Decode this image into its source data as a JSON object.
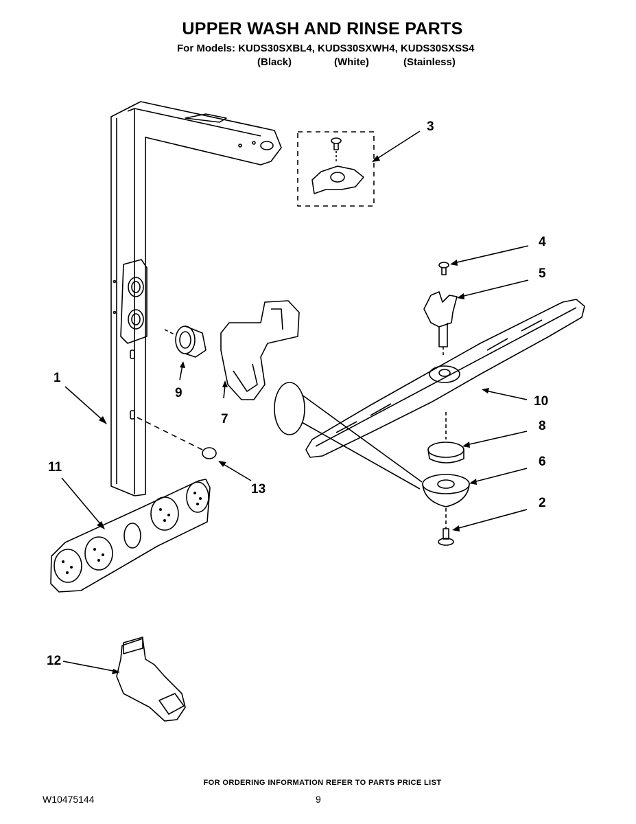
{
  "header": {
    "title": "UPPER WASH AND RINSE PARTS",
    "models": "For Models: KUDS30SXBL4, KUDS30SXWH4, KUDS30SXSS4",
    "variants": [
      "(Black)",
      "(White)",
      "(Stainless)"
    ]
  },
  "callouts": [
    "1",
    "2",
    "3",
    "4",
    "5",
    "6",
    "7",
    "8",
    "9",
    "10",
    "11",
    "12",
    "13"
  ],
  "footer": {
    "note": "FOR ORDERING INFORMATION REFER TO PARTS PRICE LIST",
    "doc_number": "W10475144",
    "page_number": "9"
  }
}
